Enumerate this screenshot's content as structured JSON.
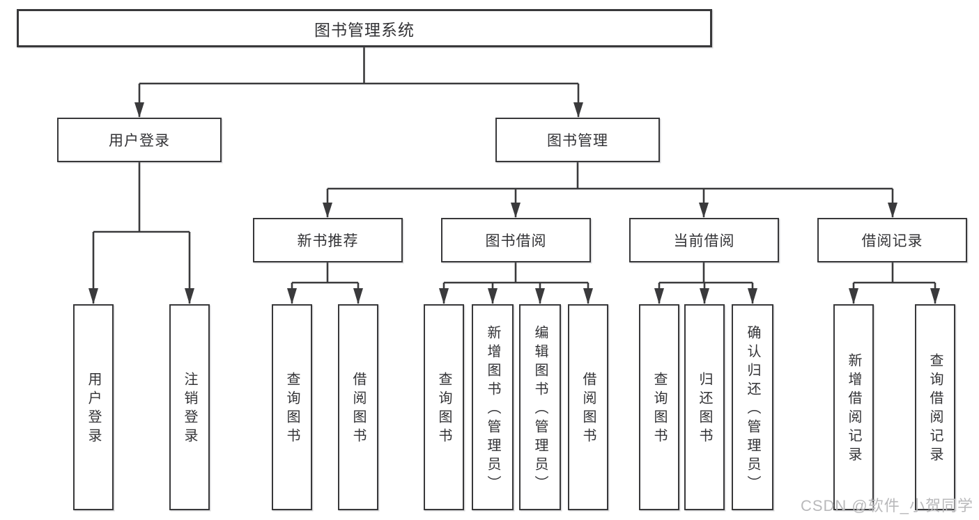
{
  "colors": {
    "line": "#3a3a3c",
    "box_border": "#38383a",
    "box_fill": "#ffffff",
    "text": "#333336",
    "watermark": "#b9b9bb"
  },
  "watermark": {
    "text": "CSDN @软件_小贺同学"
  },
  "diagram": {
    "type": "hierarchy-tree",
    "root": {
      "label": "图书管理系统",
      "children": [
        {
          "label": "用户登录",
          "children": [
            {
              "label": "用户登录"
            },
            {
              "label": "注销登录"
            }
          ]
        },
        {
          "label": "图书管理",
          "children": [
            {
              "label": "新书推荐",
              "children": [
                {
                  "label": "查询图书"
                },
                {
                  "label": "借阅图书"
                }
              ]
            },
            {
              "label": "图书借阅",
              "children": [
                {
                  "label": "查询图书"
                },
                {
                  "label": "新增图书（管理员）"
                },
                {
                  "label": "编辑图书（管理员）"
                },
                {
                  "label": "借阅图书"
                }
              ]
            },
            {
              "label": "当前借阅",
              "children": [
                {
                  "label": "查询图书"
                },
                {
                  "label": "归还图书"
                },
                {
                  "label": "确认归还（管理员）"
                }
              ]
            },
            {
              "label": "借阅记录",
              "children": [
                {
                  "label": "新增借阅记录"
                },
                {
                  "label": "查询借阅记录"
                }
              ]
            }
          ]
        }
      ]
    }
  }
}
